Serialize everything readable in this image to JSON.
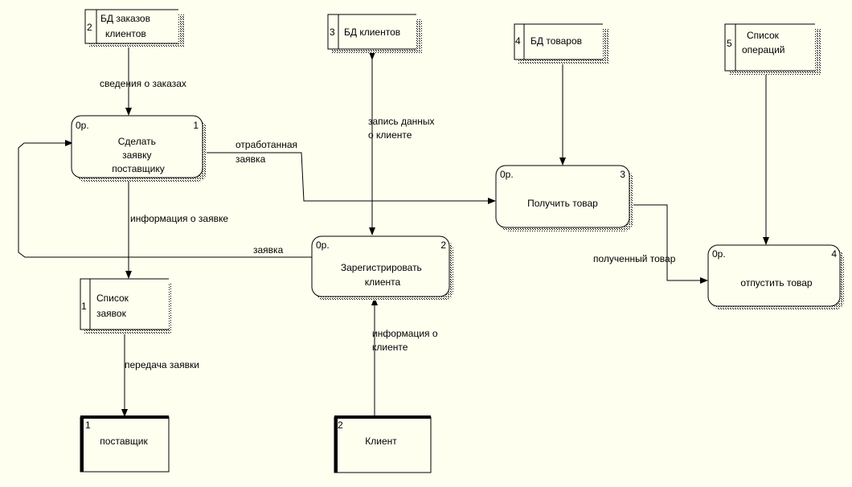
{
  "processes": [
    {
      "id": "p1",
      "cost": "0р.",
      "number": "1",
      "lines": [
        "Сделать",
        "заявку",
        "поставщику"
      ]
    },
    {
      "id": "p2",
      "cost": "0р.",
      "number": "2",
      "lines": [
        "Зарегистрировать",
        "клиента"
      ]
    },
    {
      "id": "p3",
      "cost": "0р.",
      "number": "3",
      "lines": [
        "Получить товар"
      ]
    },
    {
      "id": "p4",
      "cost": "0р.",
      "number": "4",
      "lines": [
        "отпустить товар"
      ]
    }
  ],
  "data_stores": [
    {
      "id": "ds2",
      "number": "2",
      "lines": [
        "БД заказов",
        "клиентов"
      ]
    },
    {
      "id": "ds3",
      "number": "3",
      "lines": [
        "БД клиентов"
      ]
    },
    {
      "id": "ds4",
      "number": "4",
      "lines": [
        "БД товаров"
      ]
    },
    {
      "id": "ds5",
      "number": "5",
      "lines": [
        "Список",
        "операций"
      ]
    },
    {
      "id": "ds1",
      "number": "1",
      "lines": [
        "Список",
        "заявок"
      ]
    }
  ],
  "external_entities": [
    {
      "id": "e1",
      "number": "1",
      "label": "поставщик"
    },
    {
      "id": "e2",
      "number": "2",
      "label": "Клиент"
    }
  ],
  "flows": [
    {
      "id": "f1",
      "lines": [
        "сведения о заказах"
      ]
    },
    {
      "id": "f2",
      "lines": [
        "запись данных",
        "о клиенте"
      ]
    },
    {
      "id": "f3",
      "lines": [
        "отработанная",
        "заявка"
      ]
    },
    {
      "id": "f4",
      "lines": [
        "информация о заявке"
      ]
    },
    {
      "id": "f5",
      "lines": [
        "заявка"
      ]
    },
    {
      "id": "f6",
      "lines": [
        "полученный товар"
      ]
    },
    {
      "id": "f7",
      "lines": [
        "передача заявки"
      ]
    },
    {
      "id": "f8",
      "lines": [
        "информация о",
        "клиенте"
      ]
    }
  ]
}
